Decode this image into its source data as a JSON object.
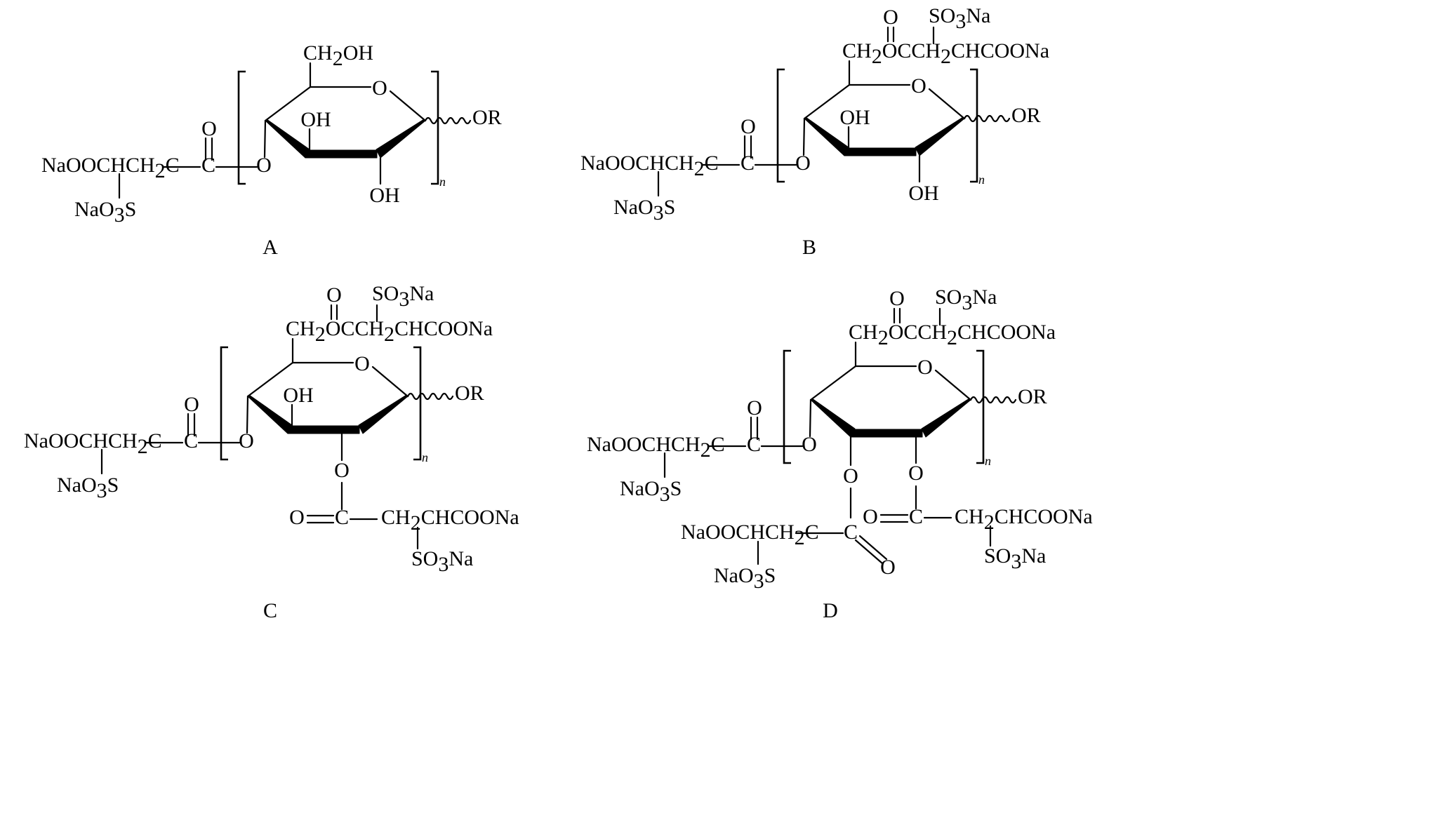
{
  "panels": [
    {
      "id": "A",
      "label": "A",
      "ring_substituents": {
        "c6": "CH2OH",
        "c3": "OH",
        "c2": "OH"
      },
      "ester_chains": []
    },
    {
      "id": "B",
      "label": "B",
      "ring_substituents": {
        "c6": "CH2OCCH2CHCOONa",
        "c3": "OH",
        "c2": "OH"
      },
      "ester_chains": [
        "c6"
      ]
    },
    {
      "id": "C",
      "label": "C",
      "ring_substituents": {
        "c6": "CH2OCCH2CHCOONa",
        "c3": "OH",
        "c2": "O-ester"
      },
      "ester_chains": [
        "c6",
        "c2"
      ]
    },
    {
      "id": "D",
      "label": "D",
      "ring_substituents": {
        "c6": "CH2OCCH2CHCOONa",
        "c3": "O-ester",
        "c2": "O-ester"
      },
      "ester_chains": [
        "c6",
        "c3",
        "c2"
      ]
    }
  ],
  "atoms": {
    "ring_oxygen": "O",
    "hydroxyl": "OH",
    "end_group": "OR",
    "repeat_index": "n",
    "carbonyl_o": "O",
    "carbonyl_c": "C"
  },
  "fragments": {
    "ch2oh": [
      "CH",
      "2",
      "OH"
    ],
    "c6_ester": [
      "CH",
      "2",
      "OCCH",
      "2",
      "CHCOONa"
    ],
    "c6_sulfo": [
      "SO",
      "3",
      "Na"
    ],
    "left_acid": [
      "NaOOCHCH",
      "2",
      "C"
    ],
    "left_sulfo": [
      "NaO",
      "3",
      "S"
    ],
    "right_chain": [
      "CH",
      "2",
      "CHCOONa"
    ],
    "right_sulfo": [
      "SO",
      "3",
      "Na"
    ]
  }
}
